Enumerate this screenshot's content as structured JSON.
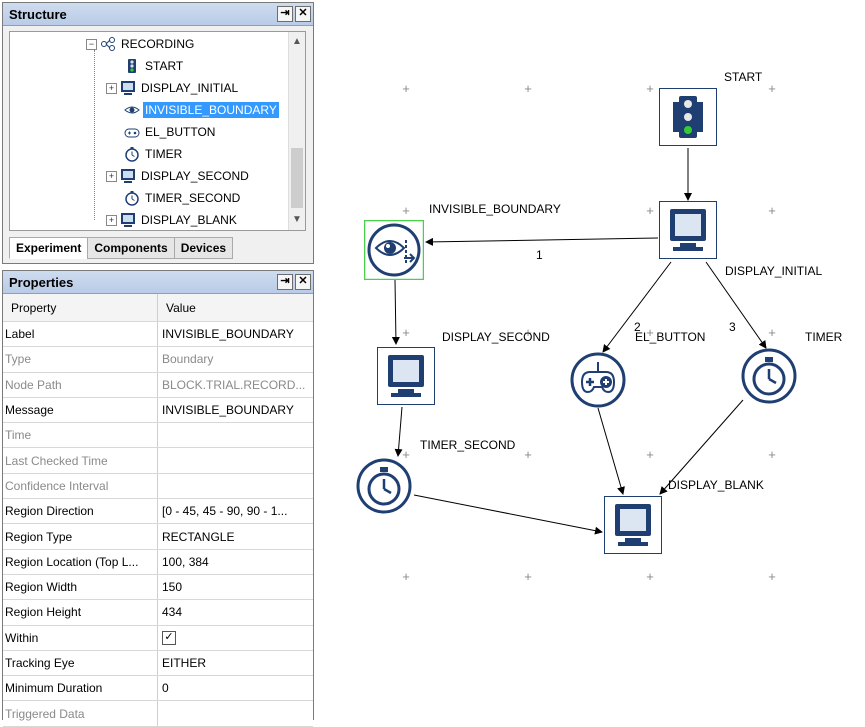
{
  "structure": {
    "title": "Structure",
    "pin_label": "⇥",
    "close_label": "✕",
    "tree": [
      {
        "label": "RECORDING",
        "icon": "recording-icon"
      },
      {
        "label": "START",
        "icon": "traffic-light-icon"
      },
      {
        "label": "DISPLAY_INITIAL",
        "icon": "monitor-icon"
      },
      {
        "label": "INVISIBLE_BOUNDARY",
        "icon": "eye-icon"
      },
      {
        "label": "EL_BUTTON",
        "icon": "gamepad-icon"
      },
      {
        "label": "TIMER",
        "icon": "stopwatch-icon"
      },
      {
        "label": "DISPLAY_SECOND",
        "icon": "monitor-icon"
      },
      {
        "label": "TIMER_SECOND",
        "icon": "stopwatch-icon"
      },
      {
        "label": "DISPLAY_BLANK",
        "icon": "monitor-icon"
      }
    ],
    "selected_index": 3,
    "tabs": [
      "Experiment",
      "Components",
      "Devices"
    ],
    "active_tab": "Experiment"
  },
  "properties": {
    "title": "Properties",
    "pin_label": "⇥",
    "close_label": "✕",
    "col_property": "Property",
    "col_value": "Value",
    "rows": [
      {
        "key": "Label",
        "value": "INVISIBLE_BOUNDARY",
        "enabled": true
      },
      {
        "key": "Type",
        "value": "Boundary",
        "enabled": false
      },
      {
        "key": "Node Path",
        "value": "BLOCK.TRIAL.RECORD...",
        "enabled": false
      },
      {
        "key": "Message",
        "value": "INVISIBLE_BOUNDARY",
        "enabled": true
      },
      {
        "key": "Time",
        "value": "",
        "enabled": false
      },
      {
        "key": "Last Checked Time",
        "value": "",
        "enabled": false
      },
      {
        "key": "Confidence Interval",
        "value": "",
        "enabled": false
      },
      {
        "key": "Region Direction",
        "value": "[0 - 45, 45 - 90, 90 - 1...",
        "enabled": true
      },
      {
        "key": "Region Type",
        "value": "RECTANGLE",
        "enabled": true
      },
      {
        "key": "Region Location (Top L...",
        "value": "100, 384",
        "enabled": true
      },
      {
        "key": "Region Width",
        "value": "150",
        "enabled": true
      },
      {
        "key": "Region Height",
        "value": "434",
        "enabled": true
      },
      {
        "key": "Within",
        "value": "",
        "checked": true,
        "enabled": true
      },
      {
        "key": "Tracking Eye",
        "value": "EITHER",
        "enabled": true
      },
      {
        "key": "Minimum Duration",
        "value": "0",
        "enabled": true
      },
      {
        "key": "Triggered Data",
        "value": "",
        "enabled": false
      }
    ]
  },
  "canvas": {
    "nodes": {
      "start": "START",
      "display_initial": "DISPLAY_INITIAL",
      "invisible_boundary": "INVISIBLE_BOUNDARY",
      "display_second": "DISPLAY_SECOND",
      "el_button": "EL_BUTTON",
      "timer": "TIMER",
      "timer_second": "TIMER_SECOND",
      "display_blank": "DISPLAY_BLANK"
    },
    "edge_labels": {
      "e1": "1",
      "e2": "2",
      "e3": "3"
    },
    "grid_mark": "+",
    "colors": {
      "node_fill": "#1f3f73",
      "selection": "#4cd04c",
      "accent": "#3399ff"
    }
  }
}
